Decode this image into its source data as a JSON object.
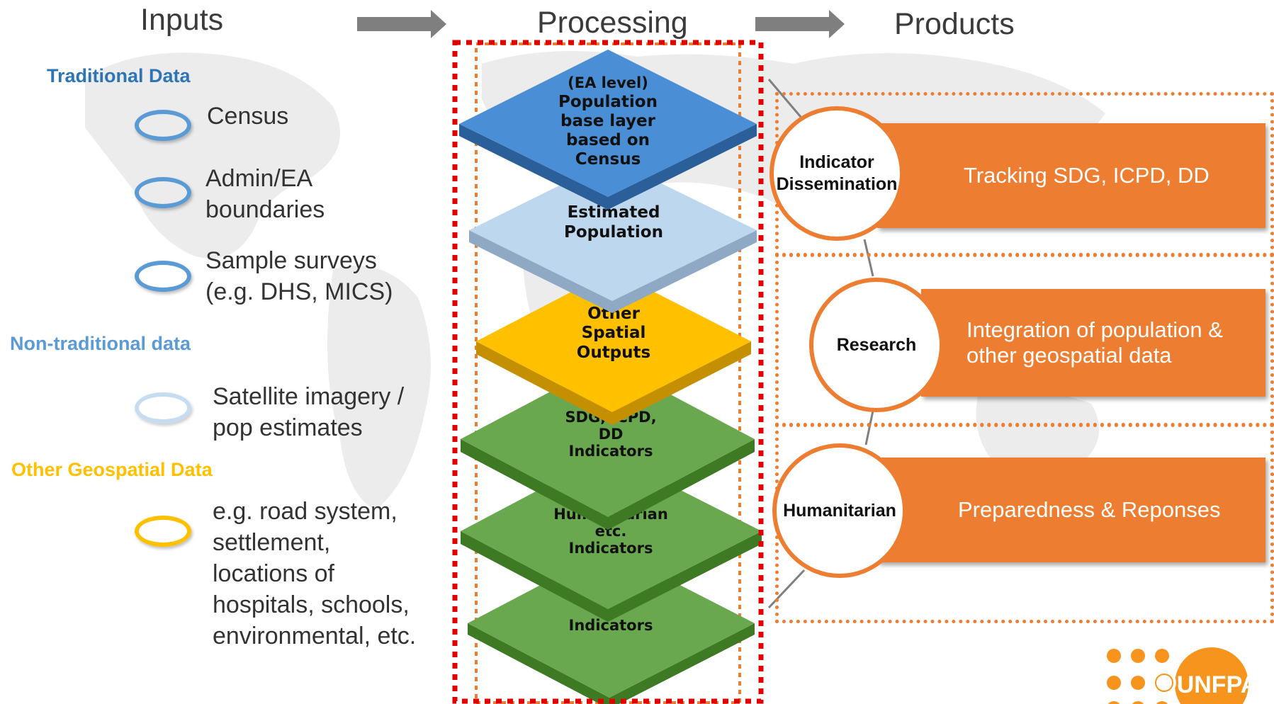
{
  "headers": {
    "inputs": "Inputs",
    "processing": "Processing",
    "products": "Products"
  },
  "categories": {
    "traditional": "Traditional Data",
    "non_traditional": "Non-traditional data",
    "other_geo": "Other Geospatial Data"
  },
  "inputs": {
    "census": "Census",
    "admin_1": "Admin/EA",
    "admin_2": "boundaries",
    "survey_1": "Sample surveys",
    "survey_2": "(e.g. DHS, MICS)",
    "satellite_1": "Satellite imagery /",
    "satellite_2": "pop estimates",
    "geo_1": "e.g. road system,",
    "geo_2": "settlement,",
    "geo_3": "locations of",
    "geo_4": "hospitals, schools,",
    "geo_5": "environmental, etc."
  },
  "layers": {
    "base_1": "(EA level)",
    "base_2": "Population",
    "base_3": "base layer",
    "base_4": "based on",
    "base_5": "Census",
    "est_1": "Estimated",
    "est_2": "Population",
    "other_1": "Other",
    "other_2": "Spatial",
    "other_3": "Outputs",
    "sdg_1": "SDG, ICPD,",
    "sdg_2": "DD",
    "sdg_3": "Indicators",
    "hum_1": "Humanitarian",
    "hum_2": "etc.",
    "hum_3": "Indicators",
    "ind_1": "Indicators"
  },
  "products": {
    "indicator_circle_1": "Indicator",
    "indicator_circle_2": "Dissemination",
    "indicator_box": "Tracking SDG, ICPD, DD",
    "research_circle": "Research",
    "research_box_1": "Integration of population &",
    "research_box_2": "other geospatial data",
    "humanitarian_circle": "Humanitarian",
    "humanitarian_box": "Preparedness & Reponses"
  },
  "logo": {
    "text": "UNFPA"
  },
  "colors": {
    "traditional": "#2e75b6",
    "non_traditional": "#5b9bd5",
    "other_geo": "#ffc000",
    "layer_blue": "#4a8fd6",
    "layer_lightblue": "#bdd7ee",
    "layer_yellow": "#ffc000",
    "layer_green": "#6aa84f",
    "orange": "#ed7d31",
    "red_dotted": "#e00000"
  }
}
